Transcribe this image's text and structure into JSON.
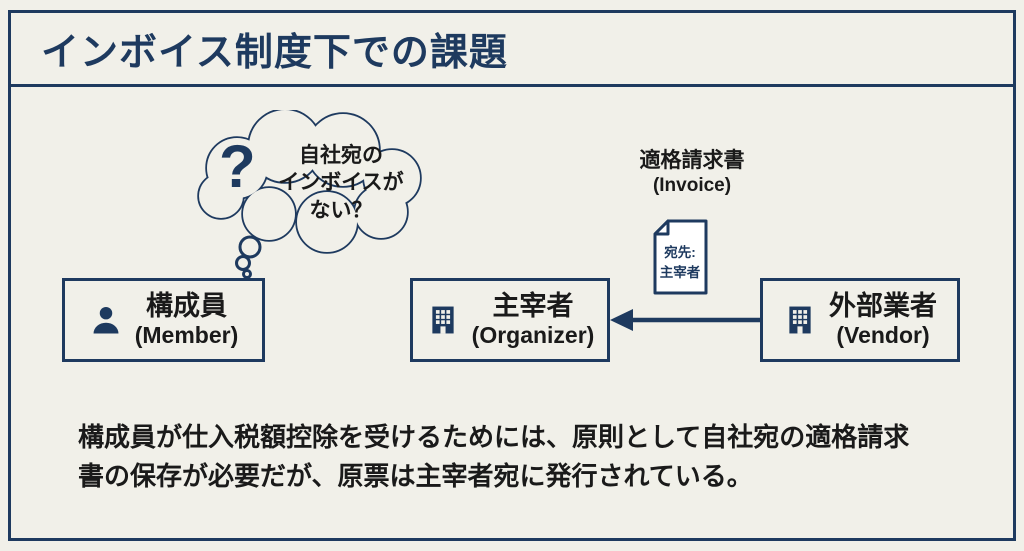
{
  "colors": {
    "navy": "#1e3a5f",
    "background": "#f1f0e9",
    "text": "#1a1a1a"
  },
  "title": "インボイス制度下での課題",
  "bubble": {
    "question_mark": "?",
    "lines": [
      "自社宛の",
      "インボイスが",
      "ない？"
    ]
  },
  "nodes": {
    "member": {
      "label": "構成員",
      "sublabel": "(Member)"
    },
    "organizer": {
      "label": "主宰者",
      "sublabel": "(Organizer)"
    },
    "vendor": {
      "label": "外部業者",
      "sublabel": "(Vendor)"
    }
  },
  "invoice": {
    "title": "適格請求書",
    "subtitle": "(Invoice)",
    "doc_lines": [
      "宛先:",
      "主宰者"
    ]
  },
  "footer": "構成員が仕入税額控除を受けるためには、原則として自社宛の適格請求書の保存が必要だが、原票は主宰者宛に発行されている。"
}
